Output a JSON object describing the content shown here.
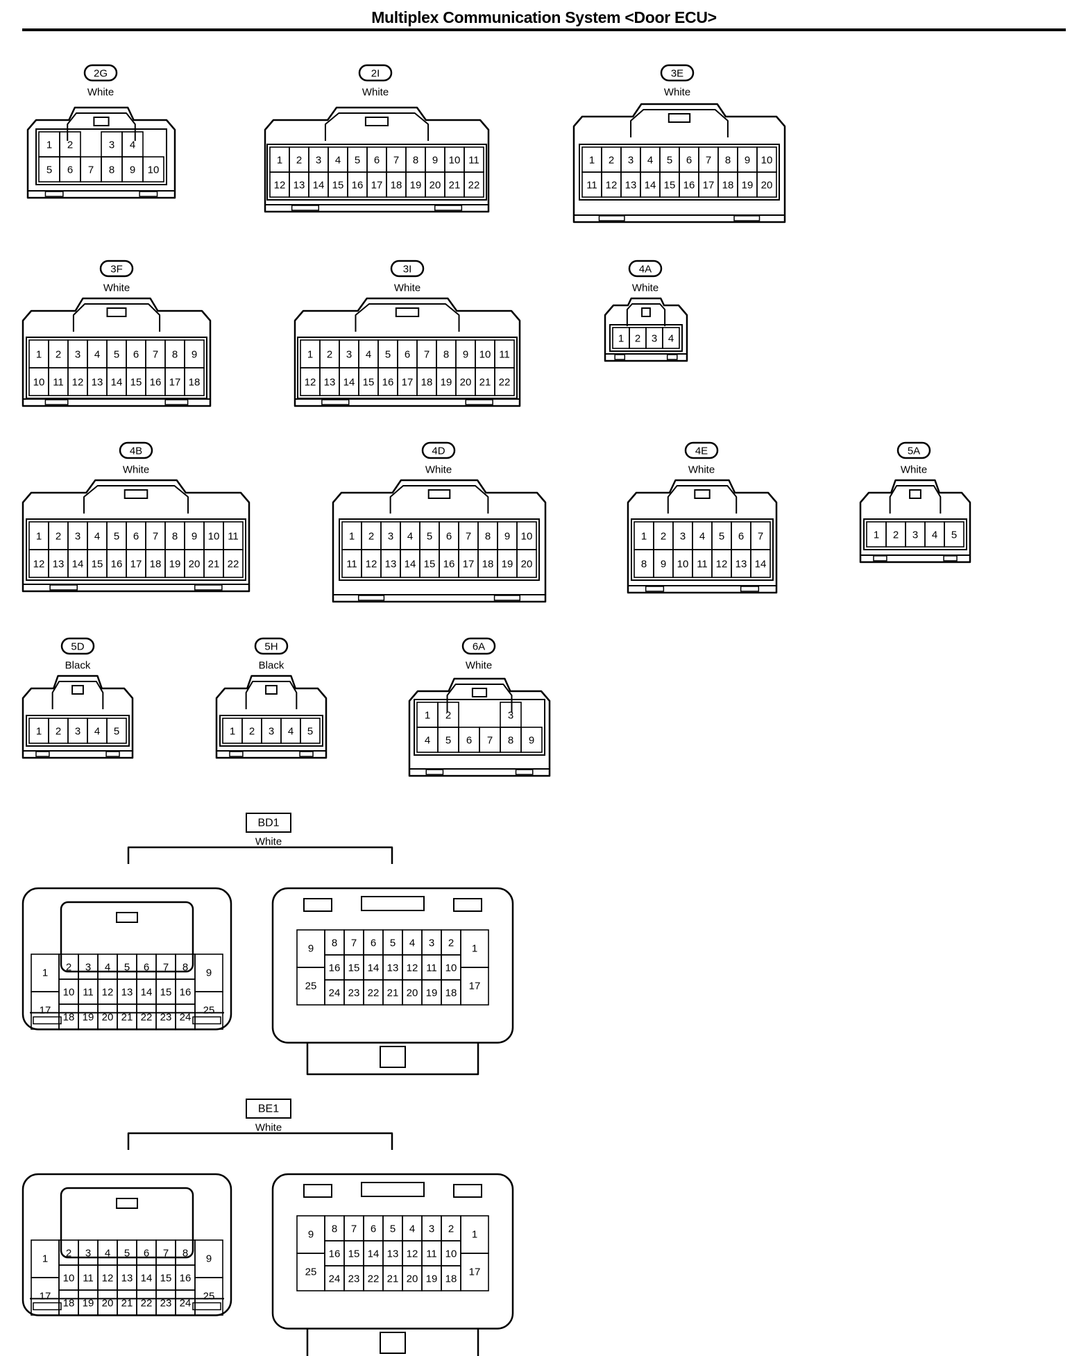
{
  "title": "Multiplex Communication System <Door ECU>",
  "connectors": [
    {
      "id": "2G",
      "color": "White",
      "kind": "oval",
      "rows": [
        [
          "1",
          "2",
          "",
          "3",
          "4"
        ],
        [
          "5",
          "6",
          "7",
          "8",
          "9",
          "10"
        ]
      ]
    },
    {
      "id": "2I",
      "color": "White",
      "kind": "oval",
      "rows": [
        [
          "1",
          "2",
          "3",
          "4",
          "5",
          "6",
          "7",
          "8",
          "9",
          "10",
          "11"
        ],
        [
          "12",
          "13",
          "14",
          "15",
          "16",
          "17",
          "18",
          "19",
          "20",
          "21",
          "22"
        ]
      ]
    },
    {
      "id": "3E",
      "color": "White",
      "kind": "oval",
      "rows": [
        [
          "1",
          "2",
          "3",
          "4",
          "5",
          "6",
          "7",
          "8",
          "9",
          "10"
        ],
        [
          "11",
          "12",
          "13",
          "14",
          "15",
          "16",
          "17",
          "18",
          "19",
          "20"
        ]
      ]
    },
    {
      "id": "3F",
      "color": "White",
      "kind": "oval",
      "rows": [
        [
          "1",
          "2",
          "3",
          "4",
          "5",
          "6",
          "7",
          "8",
          "9"
        ],
        [
          "10",
          "11",
          "12",
          "13",
          "14",
          "15",
          "16",
          "17",
          "18"
        ]
      ]
    },
    {
      "id": "3I",
      "color": "White",
      "kind": "oval",
      "rows": [
        [
          "1",
          "2",
          "3",
          "4",
          "5",
          "6",
          "7",
          "8",
          "9",
          "10",
          "11"
        ],
        [
          "12",
          "13",
          "14",
          "15",
          "16",
          "17",
          "18",
          "19",
          "20",
          "21",
          "22"
        ]
      ]
    },
    {
      "id": "4A",
      "color": "White",
      "kind": "oval",
      "rows": [
        [
          "1",
          "2",
          "3",
          "4"
        ]
      ]
    },
    {
      "id": "4B",
      "color": "White",
      "kind": "oval",
      "rows": [
        [
          "1",
          "2",
          "3",
          "4",
          "5",
          "6",
          "7",
          "8",
          "9",
          "10",
          "11"
        ],
        [
          "12",
          "13",
          "14",
          "15",
          "16",
          "17",
          "18",
          "19",
          "20",
          "21",
          "22"
        ]
      ]
    },
    {
      "id": "4D",
      "color": "White",
      "kind": "oval",
      "rows": [
        [
          "1",
          "2",
          "3",
          "4",
          "5",
          "6",
          "7",
          "8",
          "9",
          "10"
        ],
        [
          "11",
          "12",
          "13",
          "14",
          "15",
          "16",
          "17",
          "18",
          "19",
          "20"
        ]
      ]
    },
    {
      "id": "4E",
      "color": "White",
      "kind": "oval",
      "rows": [
        [
          "1",
          "2",
          "3",
          "4",
          "5",
          "6",
          "7"
        ],
        [
          "8",
          "9",
          "10",
          "11",
          "12",
          "13",
          "14"
        ]
      ]
    },
    {
      "id": "5A",
      "color": "White",
      "kind": "oval",
      "rows": [
        [
          "1",
          "2",
          "3",
          "4",
          "5"
        ]
      ]
    },
    {
      "id": "5D",
      "color": "Black",
      "kind": "oval",
      "rows": [
        [
          "1",
          "2",
          "3",
          "4",
          "5"
        ]
      ]
    },
    {
      "id": "5H",
      "color": "Black",
      "kind": "oval",
      "rows": [
        [
          "1",
          "2",
          "3",
          "4",
          "5"
        ]
      ]
    },
    {
      "id": "6A",
      "color": "White",
      "kind": "oval",
      "rows": [
        [
          "1",
          "2",
          "",
          "",
          "3"
        ],
        [
          "4",
          "5",
          "6",
          "7",
          "8",
          "9"
        ]
      ]
    },
    {
      "id": "BD1",
      "color": "White",
      "kind": "box",
      "male": {
        "left": [
          "1",
          "17"
        ],
        "grid": [
          [
            "2",
            "3",
            "4",
            "5",
            "6",
            "7",
            "8"
          ],
          [
            "10",
            "11",
            "12",
            "13",
            "14",
            "15",
            "16"
          ],
          [
            "18",
            "19",
            "20",
            "21",
            "22",
            "23",
            "24"
          ]
        ],
        "right": [
          "9",
          "25"
        ]
      },
      "female": {
        "left": [
          "9",
          "25"
        ],
        "grid": [
          [
            "8",
            "7",
            "6",
            "5",
            "4",
            "3",
            "2"
          ],
          [
            "16",
            "15",
            "14",
            "13",
            "12",
            "11",
            "10"
          ],
          [
            "24",
            "23",
            "22",
            "21",
            "20",
            "19",
            "18"
          ]
        ],
        "right": [
          "1",
          "17"
        ]
      }
    },
    {
      "id": "BE1",
      "color": "White",
      "kind": "box",
      "male": {
        "left": [
          "1",
          "17"
        ],
        "grid": [
          [
            "2",
            "3",
            "4",
            "5",
            "6",
            "7",
            "8"
          ],
          [
            "10",
            "11",
            "12",
            "13",
            "14",
            "15",
            "16"
          ],
          [
            "18",
            "19",
            "20",
            "21",
            "22",
            "23",
            "24"
          ]
        ],
        "right": [
          "9",
          "25"
        ]
      },
      "female": {
        "left": [
          "9",
          "25"
        ],
        "grid": [
          [
            "8",
            "7",
            "6",
            "5",
            "4",
            "3",
            "2"
          ],
          [
            "16",
            "15",
            "14",
            "13",
            "12",
            "11",
            "10"
          ],
          [
            "24",
            "23",
            "22",
            "21",
            "20",
            "19",
            "18"
          ]
        ],
        "right": [
          "1",
          "17"
        ]
      }
    }
  ]
}
